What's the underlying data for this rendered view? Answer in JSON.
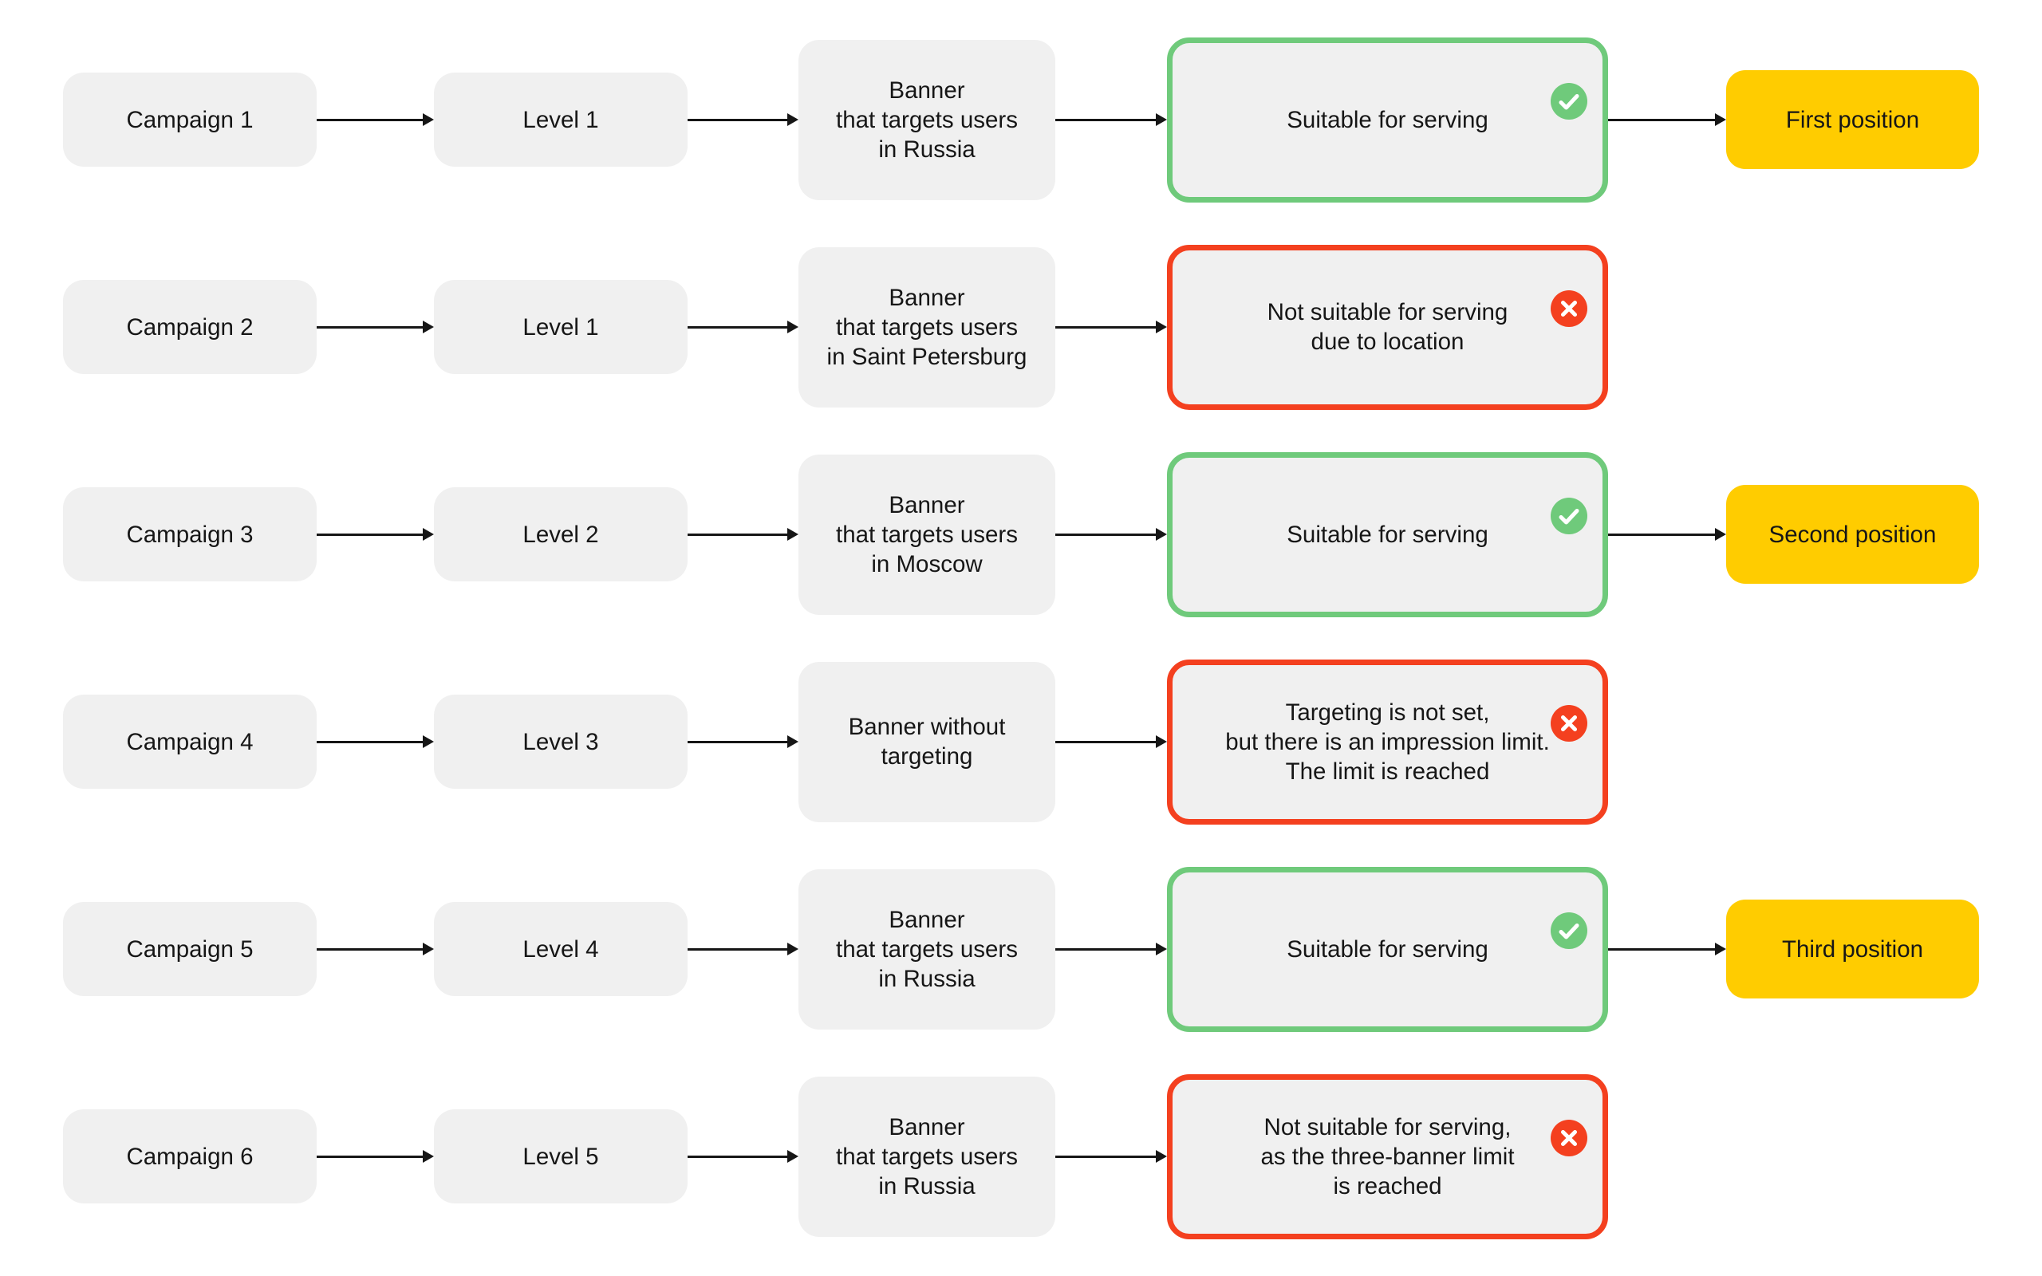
{
  "colors": {
    "box-fill": "#F0F0F0",
    "green": "#6FCA7B",
    "red": "#F4401F",
    "yellow": "#FFCC00",
    "ink": "#161616"
  },
  "rows": [
    {
      "campaign": "Campaign 1",
      "level": "Level 1",
      "banner": "Banner\nthat targets users\nin Russia",
      "status": "Suitable for serving",
      "status_type": "suitable",
      "status_icon": "check-circle",
      "position": "First position"
    },
    {
      "campaign": "Campaign 2",
      "level": "Level 1",
      "banner": "Banner\nthat targets users\nin Saint Petersburg",
      "status": "Not suitable for serving\ndue to location",
      "status_type": "not-suitable",
      "status_icon": "cross-circle",
      "position": null
    },
    {
      "campaign": "Campaign 3",
      "level": "Level 2",
      "banner": "Banner\nthat targets users\nin Moscow",
      "status": "Suitable for serving",
      "status_type": "suitable",
      "status_icon": "check-circle",
      "position": "Second position"
    },
    {
      "campaign": "Campaign 4",
      "level": "Level 3",
      "banner": "Banner without\ntargeting",
      "status": "Targeting is not set,\nbut there is an impression limit.\nThe limit is reached",
      "status_type": "not-suitable",
      "status_icon": "cross-circle",
      "position": null
    },
    {
      "campaign": "Campaign 5",
      "level": "Level 4",
      "banner": "Banner\nthat targets users\nin Russia",
      "status": "Suitable for serving",
      "status_type": "suitable",
      "status_icon": "check-circle",
      "position": "Third position"
    },
    {
      "campaign": "Campaign 6",
      "level": "Level 5",
      "banner": "Banner\nthat targets users\nin Russia",
      "status": "Not suitable for serving,\nas the three-banner limit\nis reached",
      "status_type": "not-suitable",
      "status_icon": "cross-circle",
      "position": null
    }
  ]
}
